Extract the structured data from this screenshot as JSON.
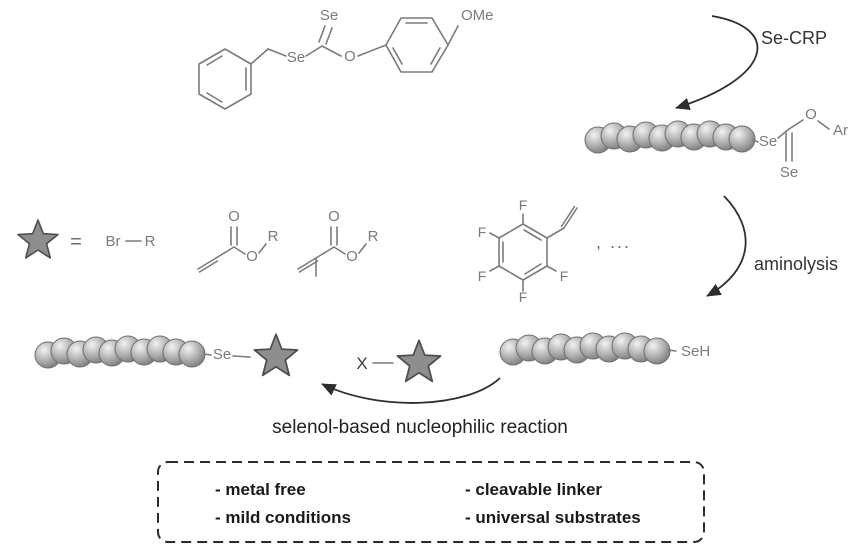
{
  "initiator": {
    "se_double": "Se",
    "se_link": "Se",
    "o": "O",
    "ome": "OMe"
  },
  "step1": {
    "label": "Se-CRP"
  },
  "polymer_xanthate": {
    "se": "Se",
    "se_double": "Se",
    "o": "O",
    "ar": "Ar"
  },
  "legend": {
    "equals": "=",
    "alkyl_halide": {
      "br": "Br",
      "r": "R"
    },
    "acrylate": {
      "o_carbonyl": "O",
      "o_ester": "O",
      "r": "R"
    },
    "methacrylate": {
      "o_carbonyl": "O",
      "o_ester": "O",
      "r": "R"
    },
    "pentafluorostyrene": {
      "f_top": "F",
      "f_upper_left": "F",
      "f_lower_left": "F",
      "f_bottom": "F",
      "f_lower_right": "F"
    },
    "ellipsis": ", ..."
  },
  "step2": {
    "label": "aminolysis"
  },
  "polymer_selenol": {
    "seh": "SeH"
  },
  "substrate": {
    "x": "X"
  },
  "polymer_product": {
    "se": "Se"
  },
  "step3": {
    "label": "selenol-based nucleophilic reaction"
  },
  "features": {
    "items": [
      "- metal free",
      "- mild conditions",
      "- cleavable linker",
      "- universal substrates"
    ]
  }
}
